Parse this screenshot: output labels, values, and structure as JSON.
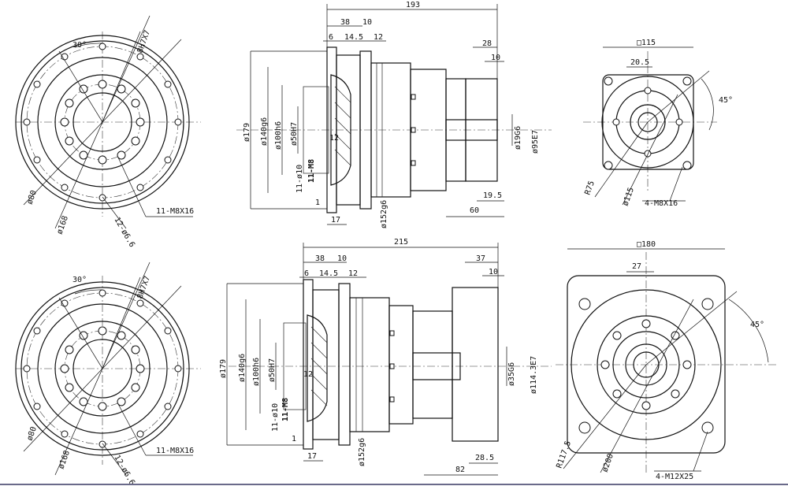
{
  "top": {
    "front_left": {
      "angle": "30°",
      "thread_top": "8H7X7",
      "dia_inner": "ø80",
      "dia_outer": "ø168",
      "holes": "12-ø6.6",
      "thread": "11-M8X16"
    },
    "side": {
      "len_total": "193",
      "len_38": "38",
      "len_10": "10",
      "len_6": "6",
      "len_14_5": "14.5",
      "len_12": "12",
      "len_28": "28",
      "len_10b": "10",
      "d179": "ø179",
      "d140": "ø140g6",
      "d100": "ø100h6",
      "d50": "ø50H7",
      "h12": "12",
      "d10": "11-ø10",
      "m8": "11-M8",
      "len_1": "1",
      "len_17": "17",
      "d152": "ø152g6",
      "d19": "ø19G6",
      "d95": "ø95E7",
      "len_19_5": "19.5",
      "len_60": "60"
    },
    "back": {
      "square": "□115",
      "len_20_5": "20.5",
      "angle": "45°",
      "r75": "R75",
      "d115": "ø115",
      "holes": "4-M8X16"
    }
  },
  "bottom": {
    "front_left": {
      "angle": "30°",
      "thread_top": "8H7X7",
      "dia_inner": "ø80",
      "dia_outer": "ø168",
      "holes": "12-ø6.6",
      "thread": "11-M8X16"
    },
    "side": {
      "len_total": "215",
      "len_38": "38",
      "len_10": "10",
      "len_6": "6",
      "len_14_5": "14.5",
      "len_12": "12",
      "len_37": "37",
      "len_10b": "10",
      "d179": "ø179",
      "d140": "ø140g6",
      "d100": "ø100h6",
      "d50": "ø50H7",
      "h12": "12",
      "d10": "11-ø10",
      "m8": "11-M8",
      "len_1": "1",
      "len_17": "17",
      "d152": "ø152g6",
      "d35": "ø35G6",
      "d114": "ø114.3E7",
      "len_28_5": "28.5",
      "len_82": "82"
    },
    "back": {
      "square": "□180",
      "len_27": "27",
      "angle": "45°",
      "r117": "R117.5",
      "d200": "ø200",
      "holes": "4-M12X25"
    }
  }
}
